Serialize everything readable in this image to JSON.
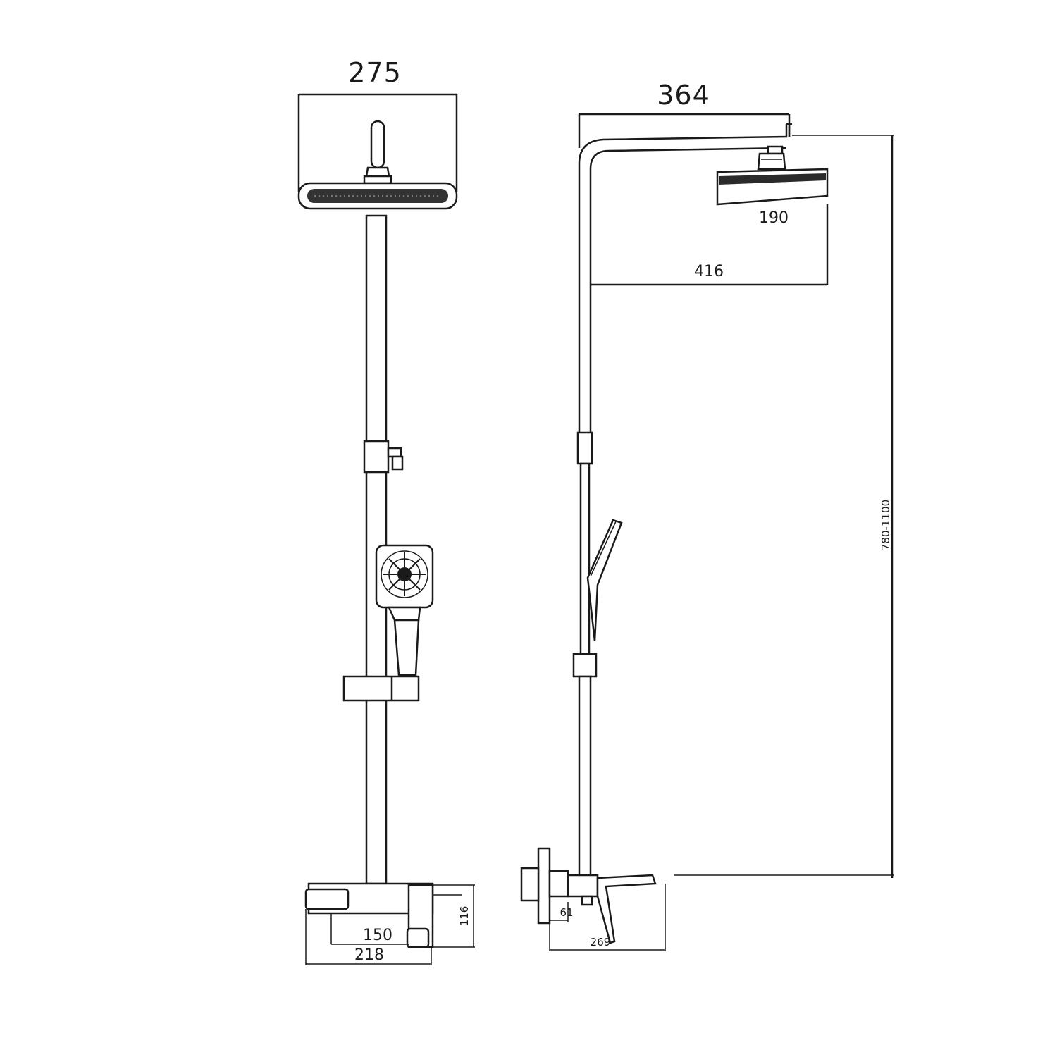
{
  "front_view": {
    "dims": {
      "top_width": "275",
      "spout_width": "150",
      "mixer_width": "218",
      "mixer_height": "116"
    }
  },
  "side_view": {
    "dims": {
      "arm_length": "364",
      "head_depth": "190",
      "arm_reach": "416",
      "height_range": "780-1100",
      "mixer_small": "61",
      "mixer_depth": "269"
    }
  }
}
